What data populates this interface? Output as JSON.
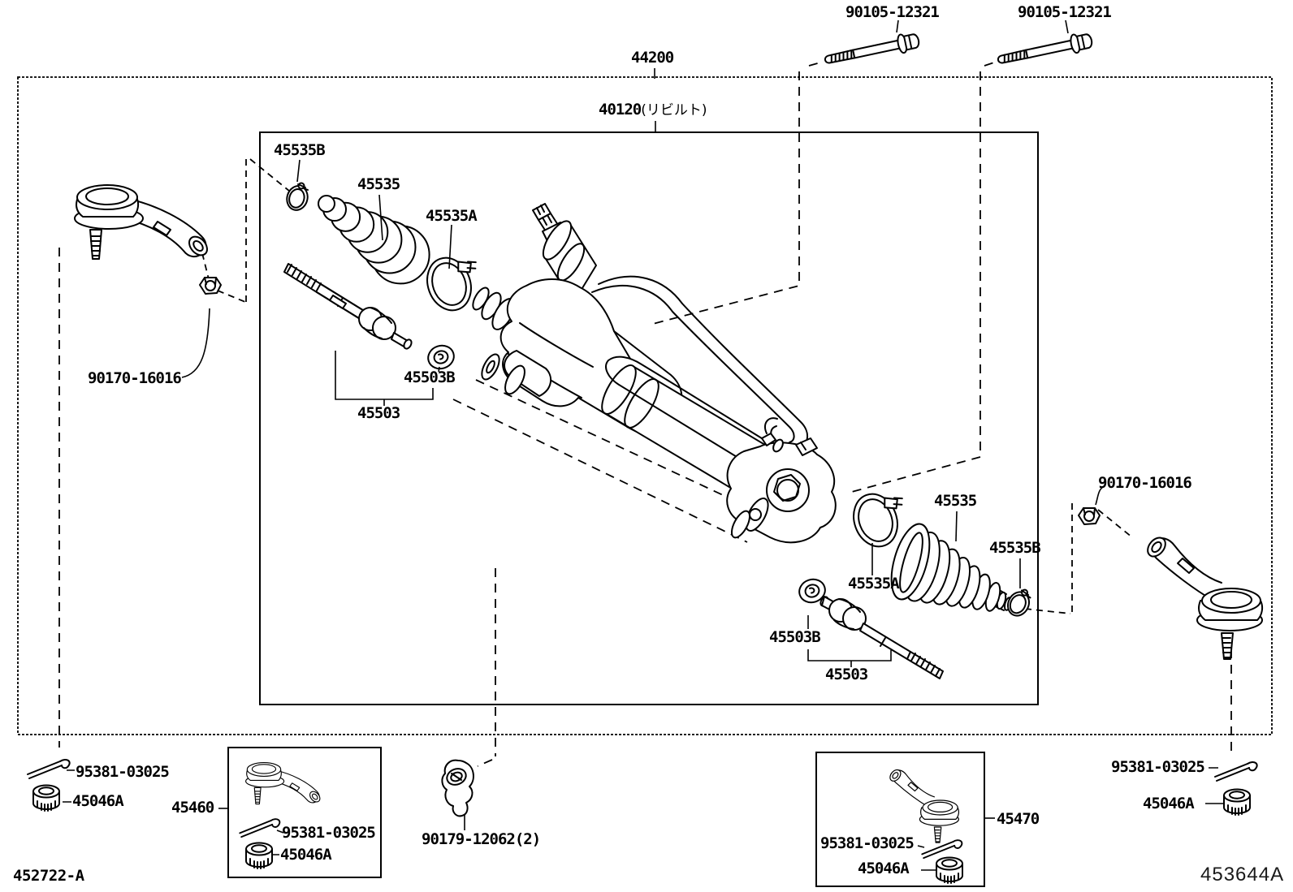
{
  "footer": {
    "left_code": "452722-A",
    "right_code": "453644A"
  },
  "labels": {
    "bolt_1": "90105-12321",
    "bolt_2": "90105-12321",
    "assembly": "44200",
    "gear": "40120",
    "gear_note": "(リビルト)",
    "left_clamp_b": "45535B",
    "left_boot": "45535",
    "left_clamp_a": "45535A",
    "left_washer": "45503B",
    "left_inner_rod": "45503",
    "left_nut": "90170-16016",
    "right_boot": "45535",
    "right_clamp_b": "45535B",
    "right_clamp_a": "45535A",
    "right_washer": "45503B",
    "right_inner_rod": "45503",
    "right_nut": "90170-16016",
    "bl_cotter_pin": "95381-03025",
    "bl_castle_nut": "45046A",
    "bl_tie_rod_end": "45460",
    "bl_box_cotter_pin": "95381-03025",
    "bl_box_castle_nut": "45046A",
    "grommet": "90179-12062(2)",
    "br_box_cotter_pin": "95381-03025",
    "br_box_castle_nut": "45046A",
    "br_tie_rod_end": "45470",
    "br_cotter_pin": "95381-03025",
    "br_castle_nut": "45046A"
  }
}
